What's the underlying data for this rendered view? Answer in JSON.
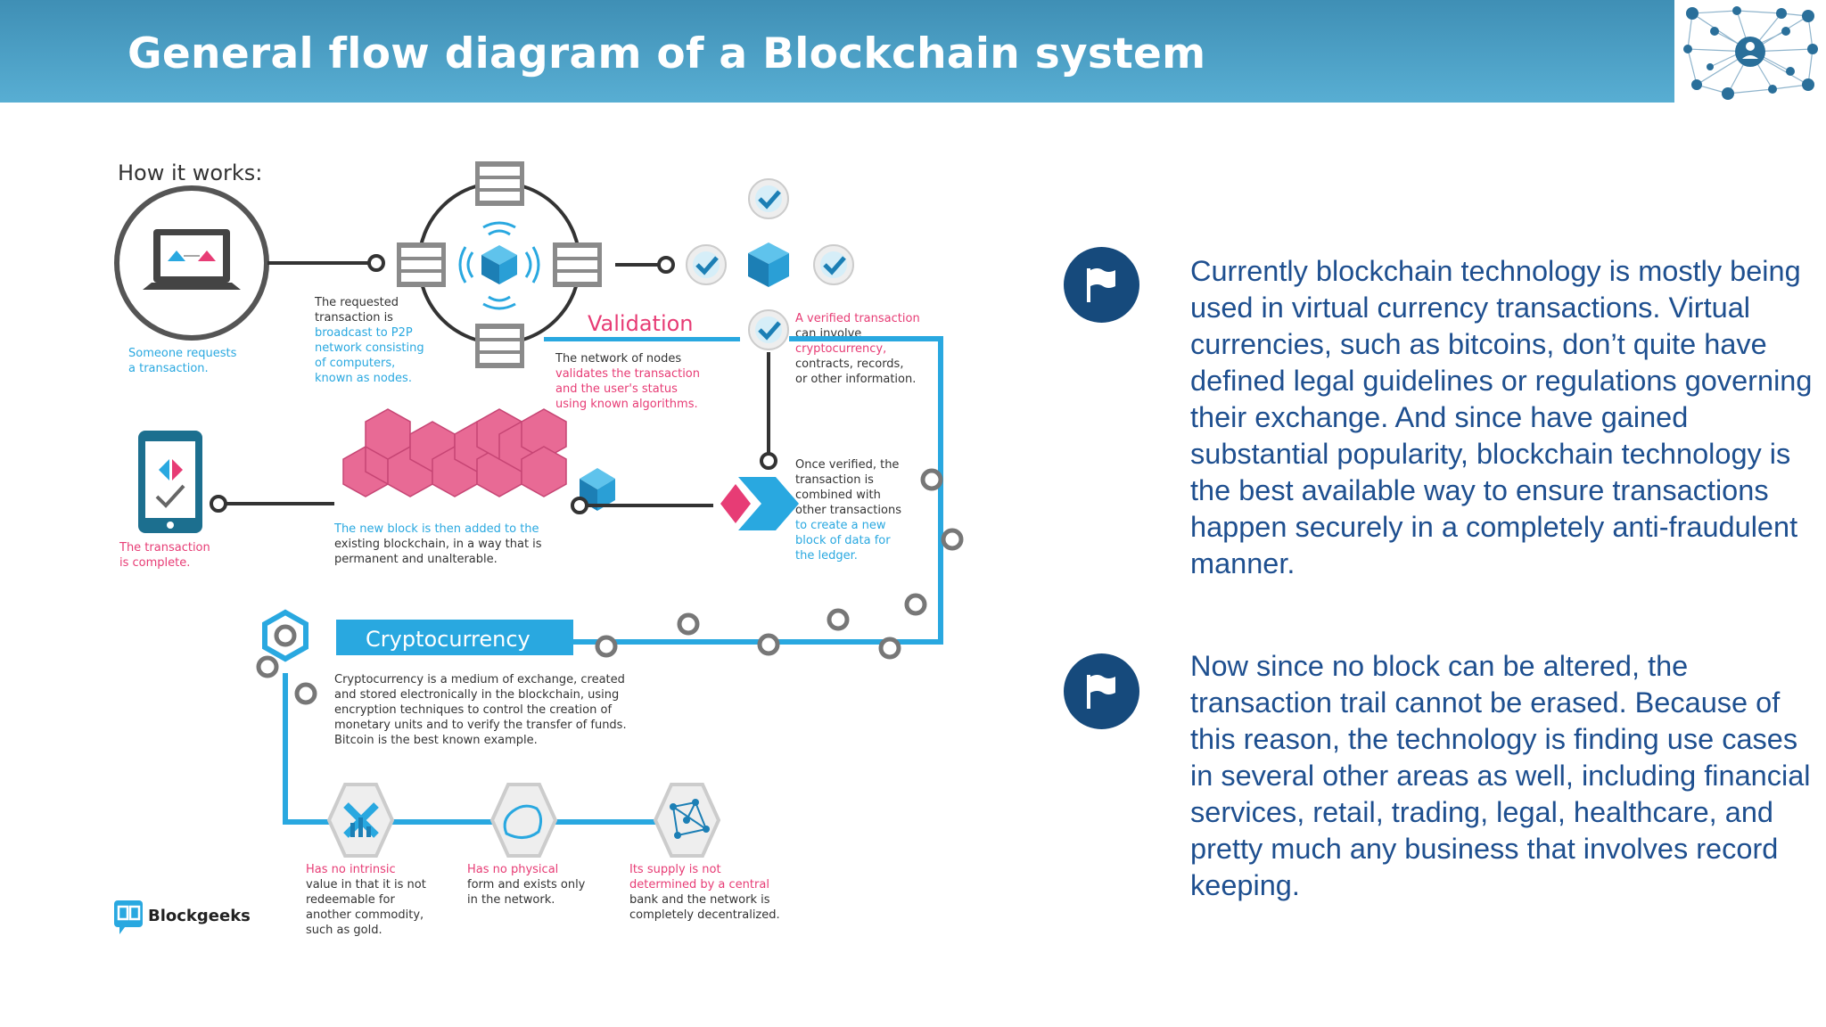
{
  "header": {
    "title": "General flow diagram of a Blockchain system"
  },
  "diagram": {
    "how_it_works": "How it works:",
    "step_request": [
      "Someone requests",
      "a transaction."
    ],
    "step_broadcast": [
      "The requested",
      "transaction is",
      "broadcast to P2P",
      "network consisting",
      "of computers,",
      "known as nodes."
    ],
    "validation_title": "Validation",
    "validation_text": [
      "The network of nodes",
      "validates the transaction",
      "and the user's status",
      "using known algorithms."
    ],
    "verified_text": [
      "A verified transaction",
      "can involve",
      "cryptocurrency,",
      "contracts, records,",
      "or other information."
    ],
    "combined_text": [
      "Once verified, the",
      "transaction is",
      "combined with",
      "other transactions",
      "to create a new",
      "block of data for",
      "the ledger."
    ],
    "new_block_text": [
      "The new block is then added to the",
      "existing blockchain, in a way that is",
      "permanent and unalterable."
    ],
    "complete_text": [
      "The transaction",
      "is complete."
    ],
    "crypto_title": "Cryptocurrency",
    "crypto_text": [
      "Cryptocurrency is a medium of exchange, created",
      "and stored electronically in the blockchain, using",
      "encryption techniques to control the creation of",
      "monetary units and to verify the transfer of funds.",
      "Bitcoin is the best known example."
    ],
    "feature_1": [
      "Has no intrinsic",
      "value in that it is not",
      "redeemable for",
      "another commodity,",
      "such as gold."
    ],
    "feature_2": [
      "Has no physical",
      "form and exists only",
      "in the network."
    ],
    "feature_3": [
      "Its supply is not",
      "determined by a central",
      "bank and the network is",
      "completely decentralized."
    ],
    "brand": "Blockgeeks"
  },
  "paragraphs": [
    "Currently blockchain technology is mostly being used in virtual currency transactions. Virtual currencies, such as bitcoins, don’t quite have defined legal guidelines or regulations governing their exchange. And since have gained substantial popularity, blockchain technology is the best available way to ensure transactions happen securely in a completely anti-fraudulent manner.",
    "Now since no block can be altered, the transaction trail cannot be erased. Because of this reason, the technology is finding use cases in several other areas as well, including financial services, retail, trading, legal, healthcare, and pretty much any business that involves record keeping."
  ],
  "colors": {
    "header": "#4a9dc3",
    "accent_blue": "#29a8e0",
    "accent_pink": "#e73c75",
    "text_blue": "#1e4f8f",
    "bullet": "#164a7c"
  },
  "icons": [
    "network-logo-icon",
    "laptop-icon",
    "server-icon",
    "cube-icon",
    "checkmark-icon",
    "phone-icon",
    "flag-icon"
  ]
}
